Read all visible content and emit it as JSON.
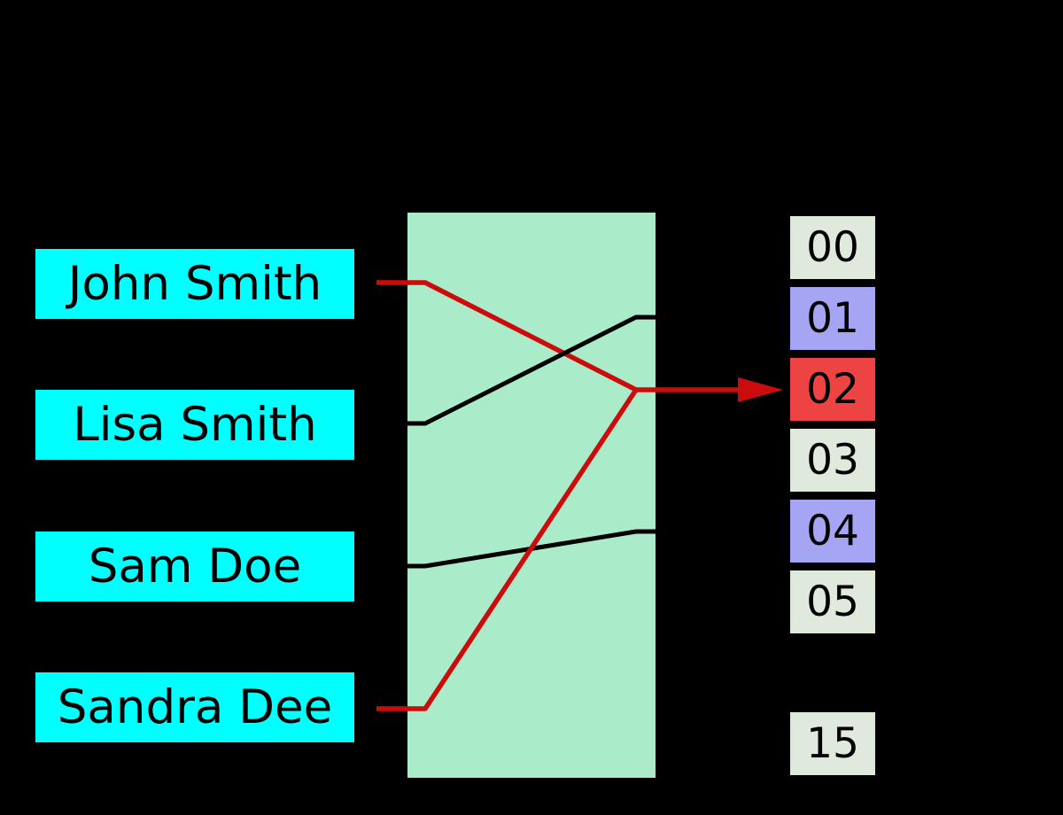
{
  "colors": {
    "background": "#000000",
    "key_fill": "#00ffff",
    "hash_box_fill": "#aaecc9",
    "text": "#000000",
    "link_default": "#000000",
    "link_collision": "#cc0c0c",
    "bucket_fill_empty": "#dfe9dc",
    "bucket_fill_occupied": "#a5a5f4",
    "bucket_fill_collision": "#ee4343"
  },
  "keys": [
    {
      "label": "John Smith"
    },
    {
      "label": "Lisa Smith"
    },
    {
      "label": "Sam Doe"
    },
    {
      "label": "Sandra Dee"
    }
  ],
  "buckets": [
    {
      "label": "00",
      "row": 0,
      "fill": "#dfe9dc"
    },
    {
      "label": "01",
      "row": 1,
      "fill": "#a5a5f4"
    },
    {
      "label": "02",
      "row": 2,
      "fill": "#ee4343"
    },
    {
      "label": "03",
      "row": 3,
      "fill": "#dfe9dc"
    },
    {
      "label": "04",
      "row": 4,
      "fill": "#a5a5f4"
    },
    {
      "label": "05",
      "row": 5,
      "fill": "#dfe9dc"
    },
    {
      "label": "15",
      "row": 7,
      "fill": "#dfe9dc"
    }
  ],
  "links": [
    {
      "key": "John Smith",
      "bucket": "02",
      "style": "collision"
    },
    {
      "key": "Lisa Smith",
      "bucket": "01",
      "style": "default"
    },
    {
      "key": "Sam Doe",
      "bucket": "04",
      "style": "default"
    },
    {
      "key": "Sandra Dee",
      "bucket": "02",
      "style": "collision"
    }
  ],
  "icons": {
    "collision_arrow": "right-arrowhead"
  }
}
